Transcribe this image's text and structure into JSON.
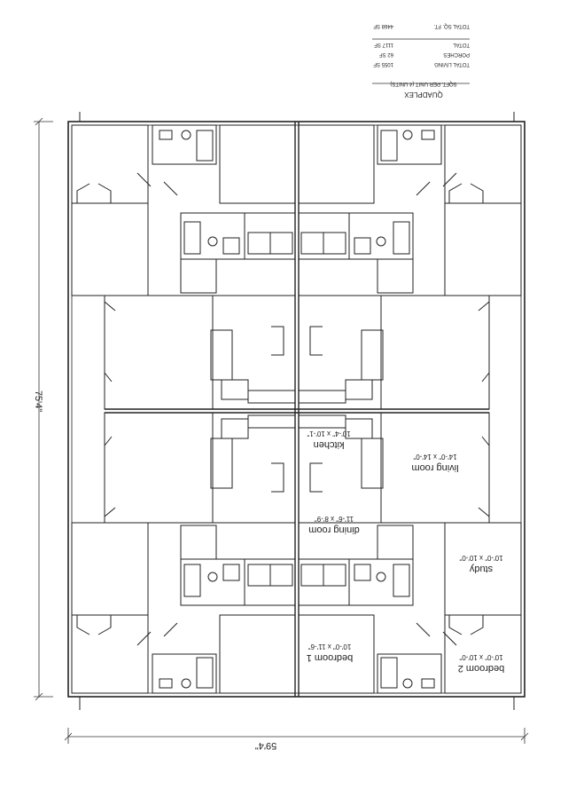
{
  "legend": {
    "title": "QUADPLEX",
    "subtitle": "SQFT. PER UNIT (4 UNITS)",
    "rows": [
      {
        "label": "TOTAL LIVING",
        "value": "1055 SF"
      },
      {
        "label": "PORCHES",
        "value": "62 SF"
      },
      {
        "label": "TOTAL",
        "value": "1117 SF"
      },
      {
        "label": "TOTAL SQ. FT.",
        "value": "4468 SF"
      }
    ]
  },
  "dimensions": {
    "width": "59'4\"",
    "height": "75'4\""
  },
  "rooms": [
    {
      "name": "living room",
      "size": "14'-0\" x 14'-0\""
    },
    {
      "name": "kitchen",
      "size": "10'-4\" x 10'-1\""
    },
    {
      "name": "dining room",
      "size": "11'-6\" x 8'-9\""
    },
    {
      "name": "study",
      "size": "10'-0\" x 10'-0\""
    },
    {
      "name": "bedroom 1",
      "size": "10'-0\" x 11'-6\""
    },
    {
      "name": "bedroom 2",
      "size": "10'-0\" x 10'-0\""
    }
  ]
}
